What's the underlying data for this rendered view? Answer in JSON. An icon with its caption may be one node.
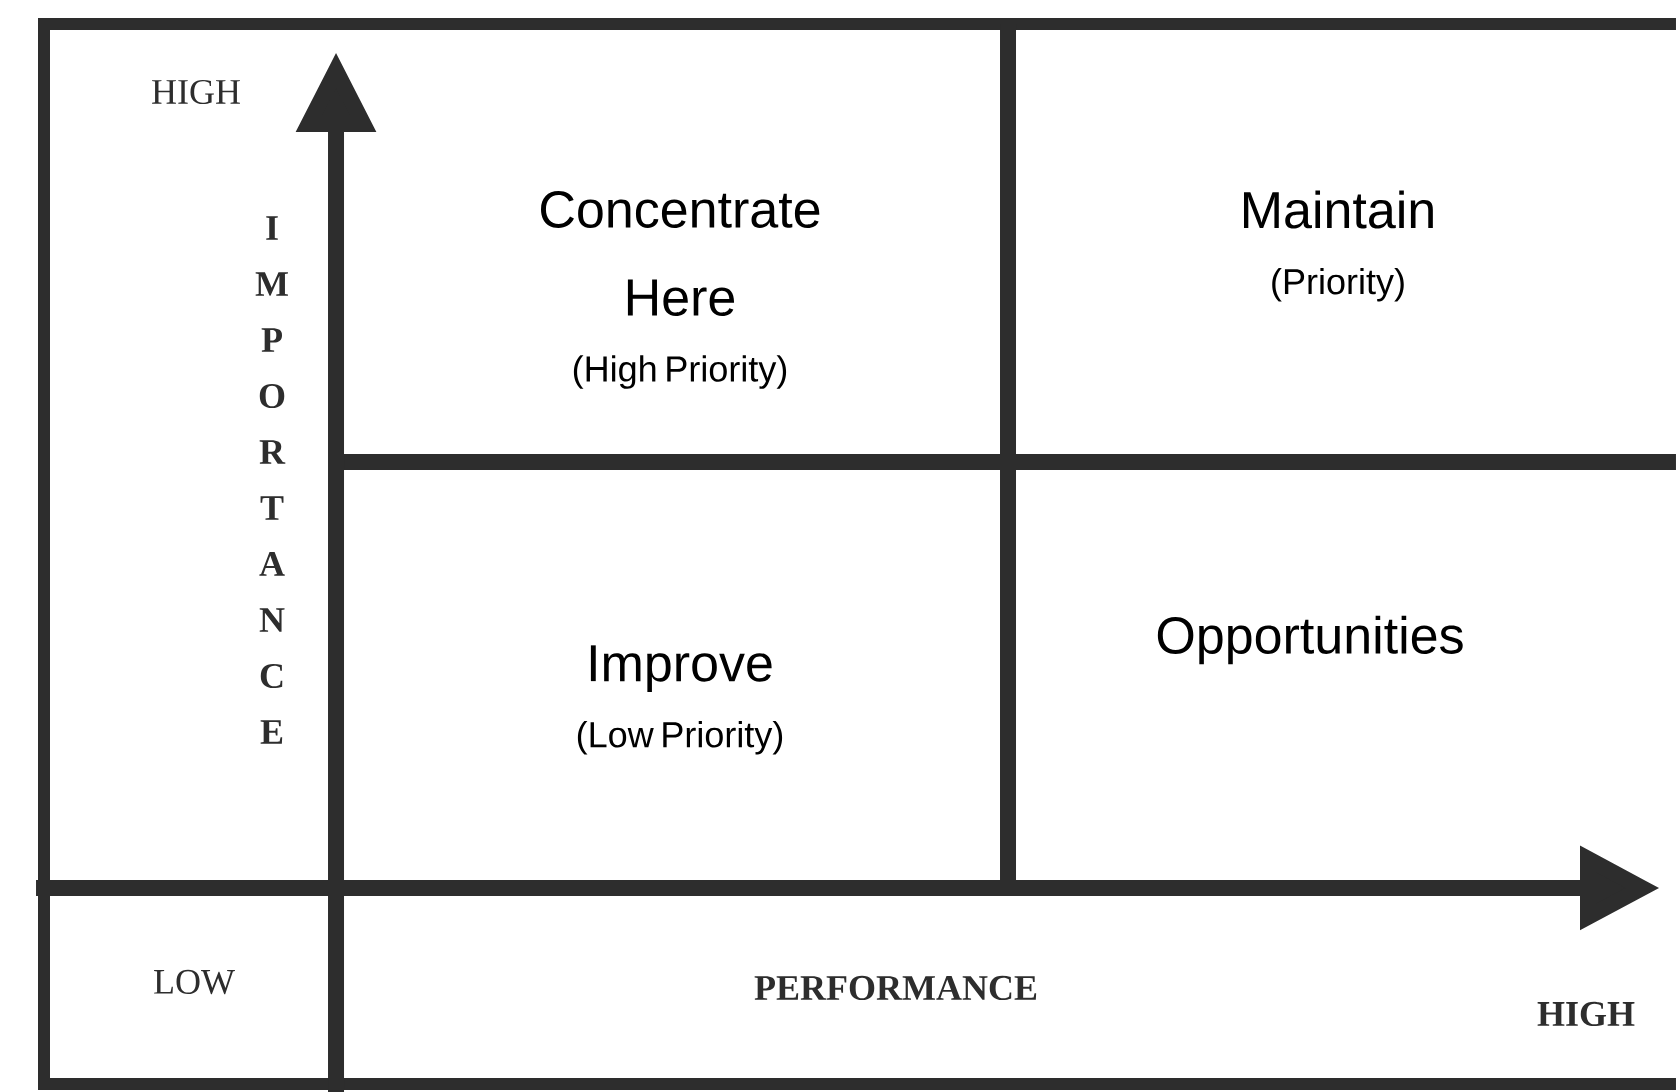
{
  "diagram": {
    "nodes": [
      {
        "text": [
          "Concentrate Here",
          "(High Priority)"
        ]
      },
      {
        "text": [
          "Maintain",
          "(Priority)"
        ]
      },
      {
        "text": [
          "Improve",
          "(Low Priority)"
        ]
      },
      {
        "text": [
          "Opportunities"
        ]
      }
    ],
    "labels": [
      "HIGH",
      "IMPORTANCE",
      "LOW",
      "PERFORMANCE",
      "HIGH"
    ]
  }
}
